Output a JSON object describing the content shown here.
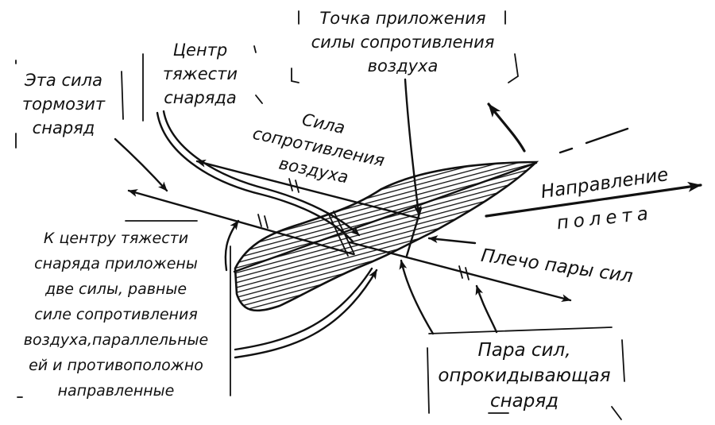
{
  "labels": {
    "point_of_application": [
      "Точка приложения",
      "силы сопротивления",
      "воздуха"
    ],
    "center_of_gravity": [
      "Центр",
      "тяжести",
      "снаряда"
    ],
    "braking_force": [
      "Эта сила",
      "тормозит",
      "снаряд"
    ],
    "air_resistance": [
      "Сила",
      "сопротивления",
      "воздуха"
    ],
    "flight_direction": [
      "Направление",
      "полета"
    ],
    "lever_arm": [
      "Плечо пары сил"
    ],
    "two_forces": [
      "К центру тяжести",
      "снаряда приложены",
      "две силы, равные",
      "силе сопротивления",
      "воздуха,параллельные",
      "ей и противоположно",
      "направленные"
    ],
    "overturning_couple": [
      "Пара сил,",
      "опрокидывающая",
      "снаряд"
    ]
  },
  "colors": {
    "ink": "#111111",
    "paper": "#ffffff"
  }
}
